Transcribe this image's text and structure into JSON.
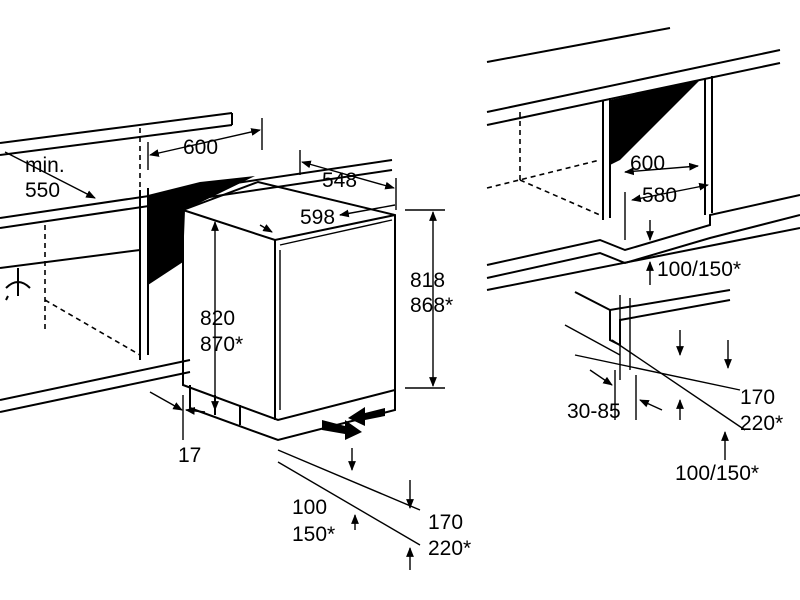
{
  "left_view": {
    "label_min": "min.",
    "label_550": "550",
    "label_width_600": "600",
    "label_depth_548": "548",
    "label_width_598": "598",
    "label_height_820": "820",
    "label_height_870": "870*",
    "label_height_818": "818",
    "label_height_868": "868*",
    "label_17": "17",
    "label_100": "100",
    "label_150": "150*",
    "label_170": "170",
    "label_220": "220*"
  },
  "right_view": {
    "label_600": "600",
    "label_580": "580",
    "label_top_100_150": "100/150*",
    "label_30_85": "30-85",
    "label_170": "170",
    "label_220": "220*",
    "label_bottom_100_150": "100/150*"
  }
}
